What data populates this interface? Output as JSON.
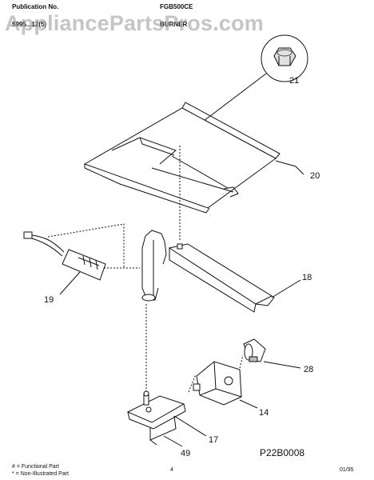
{
  "header": {
    "publication_label": "Publication No.",
    "publication_number": "5995...12(5)",
    "model_label": "FGB500CE",
    "section": "BURNER"
  },
  "watermark": "AppliancePartsPros.com",
  "parts": {
    "nut": "21",
    "burner_baffle": "20",
    "burner": "18",
    "igniter": "19",
    "orifice": "28",
    "valve": "14",
    "bracket": "17",
    "clip": "49"
  },
  "diagram_code": "P22B0008",
  "footer": {
    "functional_note": "# = Functional Part",
    "non_illustrated_note": "* = Non-Illustrated Part",
    "page_number": "4",
    "date": "01/95"
  }
}
